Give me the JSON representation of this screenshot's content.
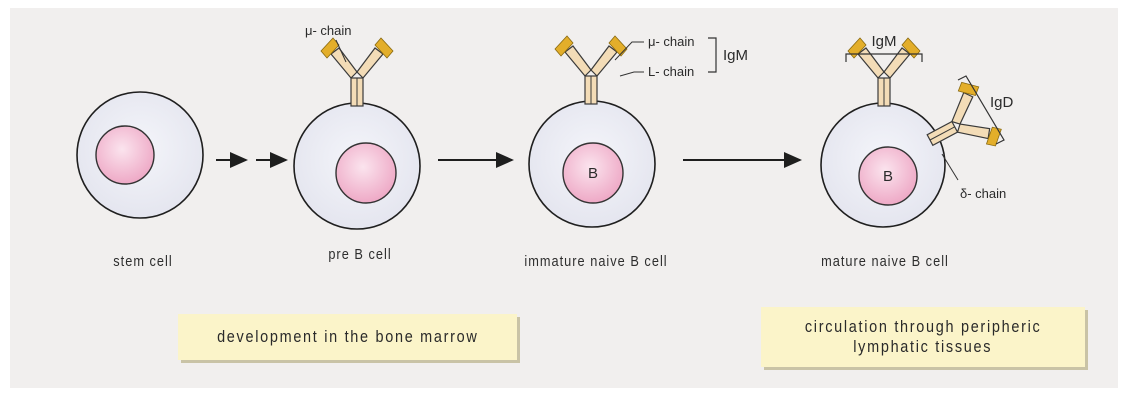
{
  "cells": [
    {
      "label": "stem cell",
      "nucleus_label": ""
    },
    {
      "label": "pre B cell",
      "nucleus_label": ""
    },
    {
      "label": "immature naive B cell",
      "nucleus_label": "B"
    },
    {
      "label": "mature naive B cell",
      "nucleus_label": "B"
    }
  ],
  "annotations": {
    "pre_mu_chain": "μ- chain",
    "imm_mu_chain": "μ- chain",
    "imm_l_chain": "L- chain",
    "imm_igm": "IgM",
    "mat_igm": "IgM",
    "mat_igd": "IgD",
    "mat_delta_chain": "δ- chain"
  },
  "boxes": {
    "bone_marrow": "development in the bone marrow",
    "peripheral_line1": "circulation through peripheric",
    "peripheral_line2": "lymphatic tissues"
  },
  "colors": {
    "background": "#f1efee",
    "cell_fill": "#ecedf4",
    "nucleus_fill": "#f2b9cf",
    "antibody_fill": "#f3dcb7",
    "light_chain_fill": "#e3ae2a",
    "box_fill": "#fbf4c9"
  }
}
